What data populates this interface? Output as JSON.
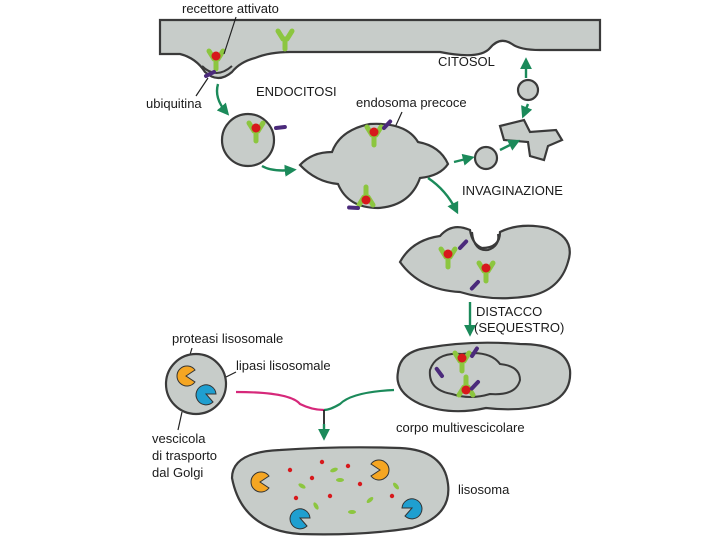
{
  "labels": {
    "activated_receptor": "recettore attivato",
    "cytosol": "CITOSOL",
    "endocytosis": "ENDOCITOSI",
    "ubiquitin": "ubiquitina",
    "early_endosome": "endosoma precoce",
    "invagination": "INVAGINAZIONE",
    "detachment_1": "DISTACCO",
    "detachment_2": "(SEQUESTRO)",
    "lysosomal_protease": "proteasi lisosomale",
    "lysosomal_lipase": "lipasi lisosomale",
    "golgi_vesicle_1": "vescicola",
    "golgi_vesicle_2": "di trasporto",
    "golgi_vesicle_3": "dal Golgi",
    "multivesicular_body": "corpo multivescicolare",
    "lysosome": "lisosoma"
  },
  "colors": {
    "membrane_fill": "#c7ccc9",
    "membrane_stroke": "#3a3a3a",
    "arrow_green": "#1b8a5a",
    "receptor_green": "#8cc63f",
    "ligand_red": "#d7191c",
    "ubiquitin_purple": "#4b2a7b",
    "protease_orange": "#f5a623",
    "lipase_blue": "#1f9fd0",
    "golgi_arrow_pink": "#d6287a"
  }
}
